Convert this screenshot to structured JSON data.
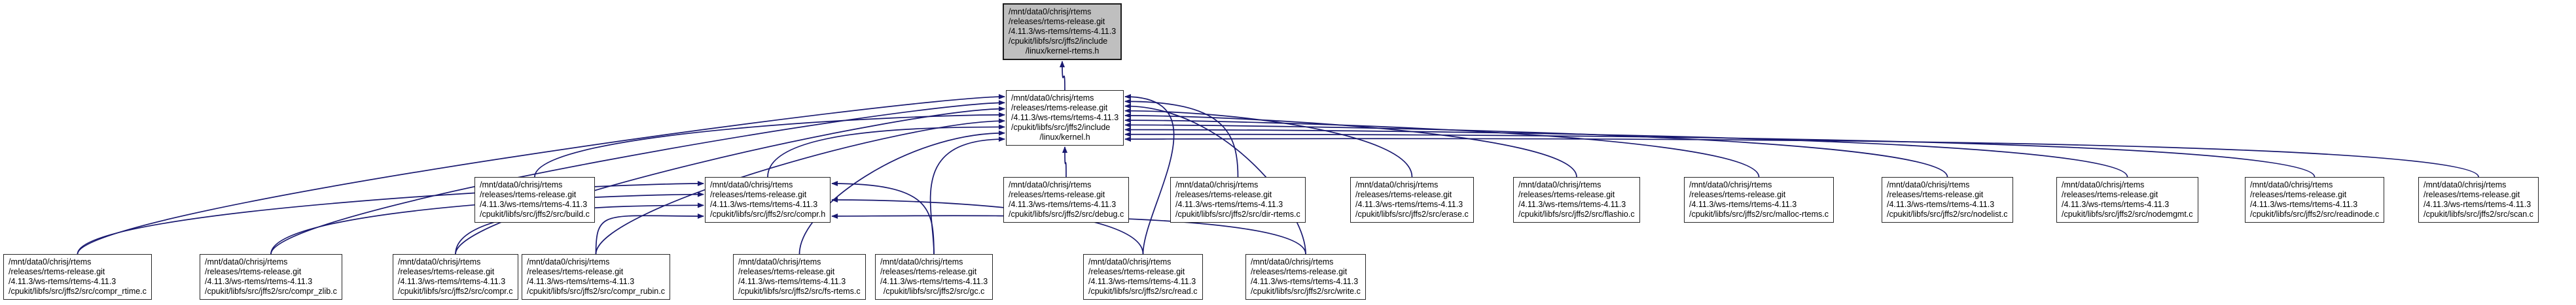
{
  "graph_title": "included-by dependency graph",
  "colors": {
    "edge": "#191970",
    "node_fill": "#ffffff",
    "node_border": "#262626",
    "root_fill": "#bfbfbf",
    "background": "#ffffff"
  },
  "nodes": [
    {
      "id": "kernel_rtems_h",
      "highlighted": true,
      "lines": [
        "/mnt/data0/chrisj/rtems",
        "/releases/rtems-release.git",
        "/4.11.3/ws-rtems/rtems-4.11.3",
        "/cpukit/libfs/src/jffs2/include",
        "/linux/kernel-rtems.h"
      ]
    },
    {
      "id": "kernel_h",
      "highlighted": false,
      "lines": [
        "/mnt/data0/chrisj/rtems",
        "/releases/rtems-release.git",
        "/4.11.3/ws-rtems/rtems-4.11.3",
        "/cpukit/libfs/src/jffs2/include",
        "/linux/kernel.h"
      ]
    },
    {
      "id": "build_c",
      "highlighted": false,
      "lines": [
        "/mnt/data0/chrisj/rtems",
        "/releases/rtems-release.git",
        "/4.11.3/ws-rtems/rtems-4.11.3",
        "/cpukit/libfs/src/jffs2/src/build.c"
      ]
    },
    {
      "id": "compr_h",
      "highlighted": false,
      "lines": [
        "/mnt/data0/chrisj/rtems",
        "/releases/rtems-release.git",
        "/4.11.3/ws-rtems/rtems-4.11.3",
        "/cpukit/libfs/src/jffs2/src/compr.h"
      ]
    },
    {
      "id": "debug_c",
      "highlighted": false,
      "lines": [
        "/mnt/data0/chrisj/rtems",
        "/releases/rtems-release.git",
        "/4.11.3/ws-rtems/rtems-4.11.3",
        "/cpukit/libfs/src/jffs2/src/debug.c"
      ]
    },
    {
      "id": "dir_rtems_c",
      "highlighted": false,
      "lines": [
        "/mnt/data0/chrisj/rtems",
        "/releases/rtems-release.git",
        "/4.11.3/ws-rtems/rtems-4.11.3",
        "/cpukit/libfs/src/jffs2/src/dir-rtems.c"
      ]
    },
    {
      "id": "erase_c",
      "highlighted": false,
      "lines": [
        "/mnt/data0/chrisj/rtems",
        "/releases/rtems-release.git",
        "/4.11.3/ws-rtems/rtems-4.11.3",
        "/cpukit/libfs/src/jffs2/src/erase.c"
      ]
    },
    {
      "id": "flashio_c",
      "highlighted": false,
      "lines": [
        "/mnt/data0/chrisj/rtems",
        "/releases/rtems-release.git",
        "/4.11.3/ws-rtems/rtems-4.11.3",
        "/cpukit/libfs/src/jffs2/src/flashio.c"
      ]
    },
    {
      "id": "malloc_rtems_c",
      "highlighted": false,
      "lines": [
        "/mnt/data0/chrisj/rtems",
        "/releases/rtems-release.git",
        "/4.11.3/ws-rtems/rtems-4.11.3",
        "/cpukit/libfs/src/jffs2/src/malloc-rtems.c"
      ]
    },
    {
      "id": "nodelist_c",
      "highlighted": false,
      "lines": [
        "/mnt/data0/chrisj/rtems",
        "/releases/rtems-release.git",
        "/4.11.3/ws-rtems/rtems-4.11.3",
        "/cpukit/libfs/src/jffs2/src/nodelist.c"
      ]
    },
    {
      "id": "nodemgmt_c",
      "highlighted": false,
      "lines": [
        "/mnt/data0/chrisj/rtems",
        "/releases/rtems-release.git",
        "/4.11.3/ws-rtems/rtems-4.11.3",
        "/cpukit/libfs/src/jffs2/src/nodemgmt.c"
      ]
    },
    {
      "id": "readinode_c",
      "highlighted": false,
      "lines": [
        "/mnt/data0/chrisj/rtems",
        "/releases/rtems-release.git",
        "/4.11.3/ws-rtems/rtems-4.11.3",
        "/cpukit/libfs/src/jffs2/src/readinode.c"
      ]
    },
    {
      "id": "scan_c",
      "highlighted": false,
      "lines": [
        "/mnt/data0/chrisj/rtems",
        "/releases/rtems-release.git",
        "/4.11.3/ws-rtems/rtems-4.11.3",
        "/cpukit/libfs/src/jffs2/src/scan.c"
      ]
    },
    {
      "id": "compr_rtime_c",
      "highlighted": false,
      "lines": [
        "/mnt/data0/chrisj/rtems",
        "/releases/rtems-release.git",
        "/4.11.3/ws-rtems/rtems-4.11.3",
        "/cpukit/libfs/src/jffs2/src/compr_rtime.c"
      ]
    },
    {
      "id": "compr_zlib_c",
      "highlighted": false,
      "lines": [
        "/mnt/data0/chrisj/rtems",
        "/releases/rtems-release.git",
        "/4.11.3/ws-rtems/rtems-4.11.3",
        "/cpukit/libfs/src/jffs2/src/compr_zlib.c"
      ]
    },
    {
      "id": "compr_c",
      "highlighted": false,
      "lines": [
        "/mnt/data0/chrisj/rtems",
        "/releases/rtems-release.git",
        "/4.11.3/ws-rtems/rtems-4.11.3",
        "/cpukit/libfs/src/jffs2/src/compr.c"
      ]
    },
    {
      "id": "compr_rubin_c",
      "highlighted": false,
      "lines": [
        "/mnt/data0/chrisj/rtems",
        "/releases/rtems-release.git",
        "/4.11.3/ws-rtems/rtems-4.11.3",
        "/cpukit/libfs/src/jffs2/src/compr_rubin.c"
      ]
    },
    {
      "id": "fs_rtems_c",
      "highlighted": false,
      "lines": [
        "/mnt/data0/chrisj/rtems",
        "/releases/rtems-release.git",
        "/4.11.3/ws-rtems/rtems-4.11.3",
        "/cpukit/libfs/src/jffs2/src/fs-rtems.c"
      ]
    },
    {
      "id": "gc_c",
      "highlighted": false,
      "lines": [
        "/mnt/data0/chrisj/rtems",
        "/releases/rtems-release.git",
        "/4.11.3/ws-rtems/rtems-4.11.3",
        "/cpukit/libfs/src/jffs2/src/gc.c"
      ]
    },
    {
      "id": "read_c",
      "highlighted": false,
      "lines": [
        "/mnt/data0/chrisj/rtems",
        "/releases/rtems-release.git",
        "/4.11.3/ws-rtems/rtems-4.11.3",
        "/cpukit/libfs/src/jffs2/src/read.c"
      ]
    },
    {
      "id": "write_c",
      "highlighted": false,
      "lines": [
        "/mnt/data0/chrisj/rtems",
        "/releases/rtems-release.git",
        "/4.11.3/ws-rtems/rtems-4.11.3",
        "/cpukit/libfs/src/jffs2/src/write.c"
      ]
    }
  ],
  "edges": [
    {
      "from": "kernel_h",
      "to": "kernel_rtems_h"
    },
    {
      "from": "build_c",
      "to": "kernel_h"
    },
    {
      "from": "compr_h",
      "to": "kernel_h"
    },
    {
      "from": "debug_c",
      "to": "kernel_h"
    },
    {
      "from": "dir_rtems_c",
      "to": "kernel_h"
    },
    {
      "from": "erase_c",
      "to": "kernel_h"
    },
    {
      "from": "flashio_c",
      "to": "kernel_h"
    },
    {
      "from": "malloc_rtems_c",
      "to": "kernel_h"
    },
    {
      "from": "nodelist_c",
      "to": "kernel_h"
    },
    {
      "from": "nodemgmt_c",
      "to": "kernel_h"
    },
    {
      "from": "readinode_c",
      "to": "kernel_h"
    },
    {
      "from": "scan_c",
      "to": "kernel_h"
    },
    {
      "from": "compr_rtime_c",
      "to": "kernel_h"
    },
    {
      "from": "compr_zlib_c",
      "to": "kernel_h"
    },
    {
      "from": "compr_c",
      "to": "kernel_h"
    },
    {
      "from": "compr_rubin_c",
      "to": "kernel_h"
    },
    {
      "from": "fs_rtems_c",
      "to": "kernel_h"
    },
    {
      "from": "gc_c",
      "to": "kernel_h"
    },
    {
      "from": "read_c",
      "to": "kernel_h"
    },
    {
      "from": "write_c",
      "to": "kernel_h"
    },
    {
      "from": "compr_rtime_c",
      "to": "compr_h"
    },
    {
      "from": "compr_zlib_c",
      "to": "compr_h"
    },
    {
      "from": "compr_c",
      "to": "compr_h"
    },
    {
      "from": "compr_rubin_c",
      "to": "compr_h"
    },
    {
      "from": "gc_c",
      "to": "compr_h"
    },
    {
      "from": "read_c",
      "to": "compr_h"
    },
    {
      "from": "write_c",
      "to": "compr_h"
    }
  ]
}
